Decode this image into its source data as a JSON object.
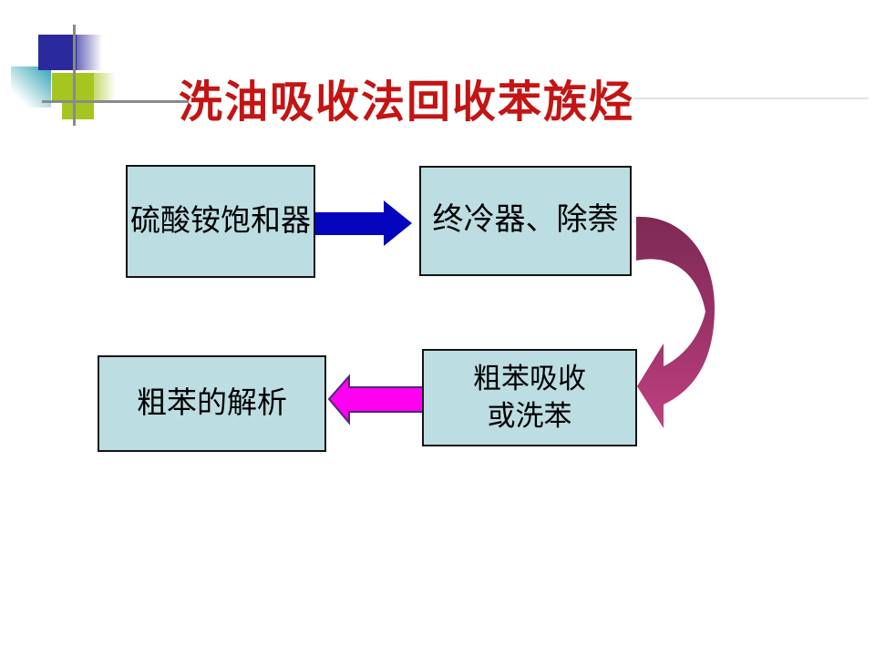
{
  "slide": {
    "title": "洗油吸收法回收苯族烃",
    "title_color": "#C41414",
    "background": "#FFFFFF"
  },
  "decoration": {
    "blue_square_color": "#2A2A9E",
    "teal_square_color": "#3FA9B8",
    "green_square_color": "#A4C61F",
    "line_color": "#8A8A8A"
  },
  "flowchart": {
    "box_fill": "#BCDDE2",
    "box_border": "#141414",
    "boxes": [
      {
        "label": "硫酸铵饱和器"
      },
      {
        "label": "终冷器、除萘"
      },
      {
        "label_line1": "粗苯吸收",
        "label_line2": "或洗苯"
      },
      {
        "label": "粗苯的解析"
      }
    ],
    "arrow_right_color": "#0505BE",
    "arrow_left_color": "#FF00F0",
    "arrow_left_stroke": "#4B2A7A",
    "curved_arrow_top_color": "#7E2A54",
    "curved_arrow_mid_color": "#9A3268",
    "curved_arrow_bottom_color": "#C04180"
  }
}
